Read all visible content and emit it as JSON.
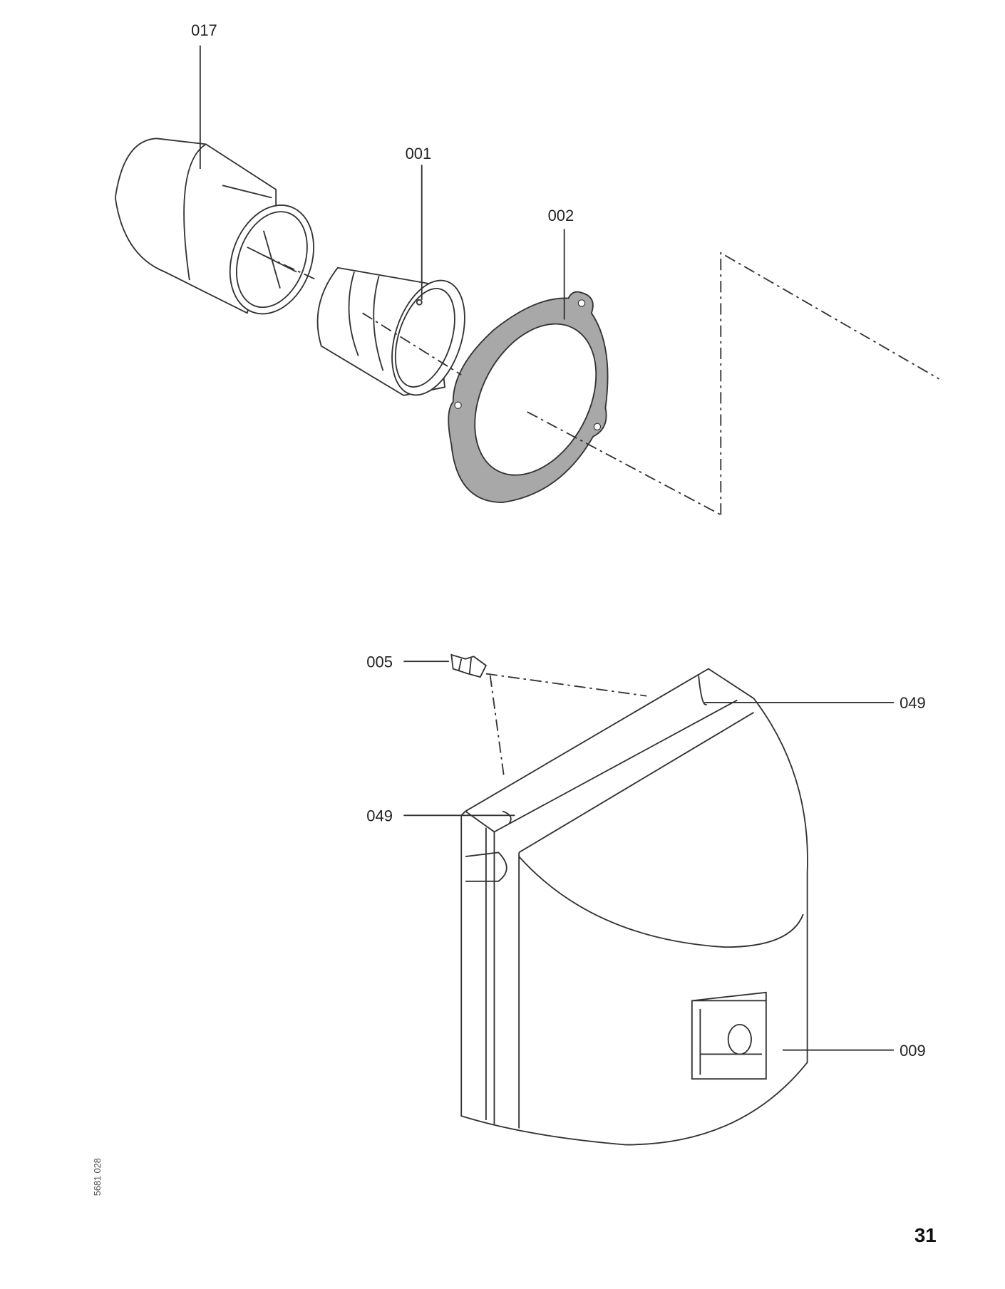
{
  "page_number": "31",
  "drawing_code": "5681 028",
  "top_assembly": {
    "labels": {
      "p017": "017",
      "p001": "001",
      "p002": "002"
    }
  },
  "bottom_assembly": {
    "labels": {
      "p005": "005",
      "p049_right": "049",
      "p049_left": "049",
      "p009": "009"
    }
  }
}
